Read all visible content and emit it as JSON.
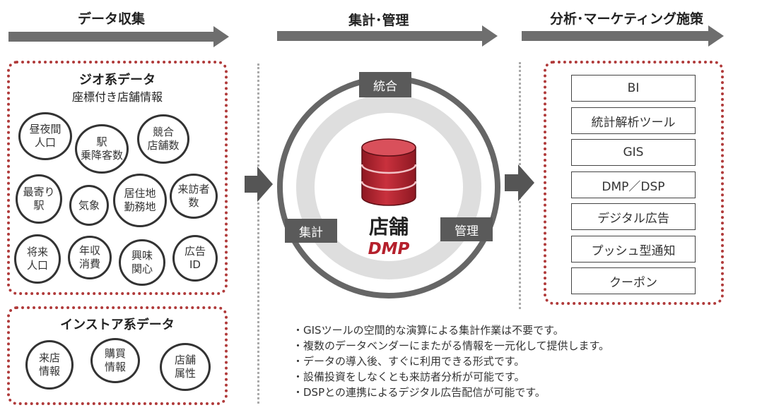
{
  "headers": {
    "collect": "データ収集",
    "aggregate": "集計･管理",
    "analyze": "分析･マーケティング施策"
  },
  "geo": {
    "title": "ジオ系データ",
    "subtitle": "座標付き店舗情報",
    "items": [
      "昼夜間\n人口",
      "駅\n乗降客数",
      "競合\n店舗数",
      "最寄り\n駅",
      "気象",
      "居住地\n勤務地",
      "来訪者\n数",
      "将来\n人口",
      "年収\n消費",
      "興味\n関心",
      "広告\nID"
    ]
  },
  "instore": {
    "title": "インストア系データ",
    "items": [
      "来店\n情報",
      "購買\n情報",
      "店舗\n属性"
    ]
  },
  "dmp": {
    "top_tag": "統合",
    "left_tag": "集計",
    "right_tag": "管理",
    "name": "店舗",
    "brand": "DMP"
  },
  "tools": [
    "BI",
    "統計解析ツール",
    "GIS",
    "DMP／DSP",
    "デジタル広告",
    "プッシュ型通知",
    "クーポン"
  ],
  "notes": [
    "・GISツールの空間的な演算による集計作業は不要です。",
    "・複数のデータベンダーにまたがる情報を一元化して提供します。",
    "・データの導入後、すぐに利用できる形式です。",
    "・設備投資をしなくとも来訪者分析が可能です。",
    "・DSPとの連携によるデジタル広告配信が可能です。"
  ],
  "colors": {
    "accent_red": "#b03a3a",
    "arrow_gray": "#6e6e6e",
    "db_red": "#b5202c"
  }
}
